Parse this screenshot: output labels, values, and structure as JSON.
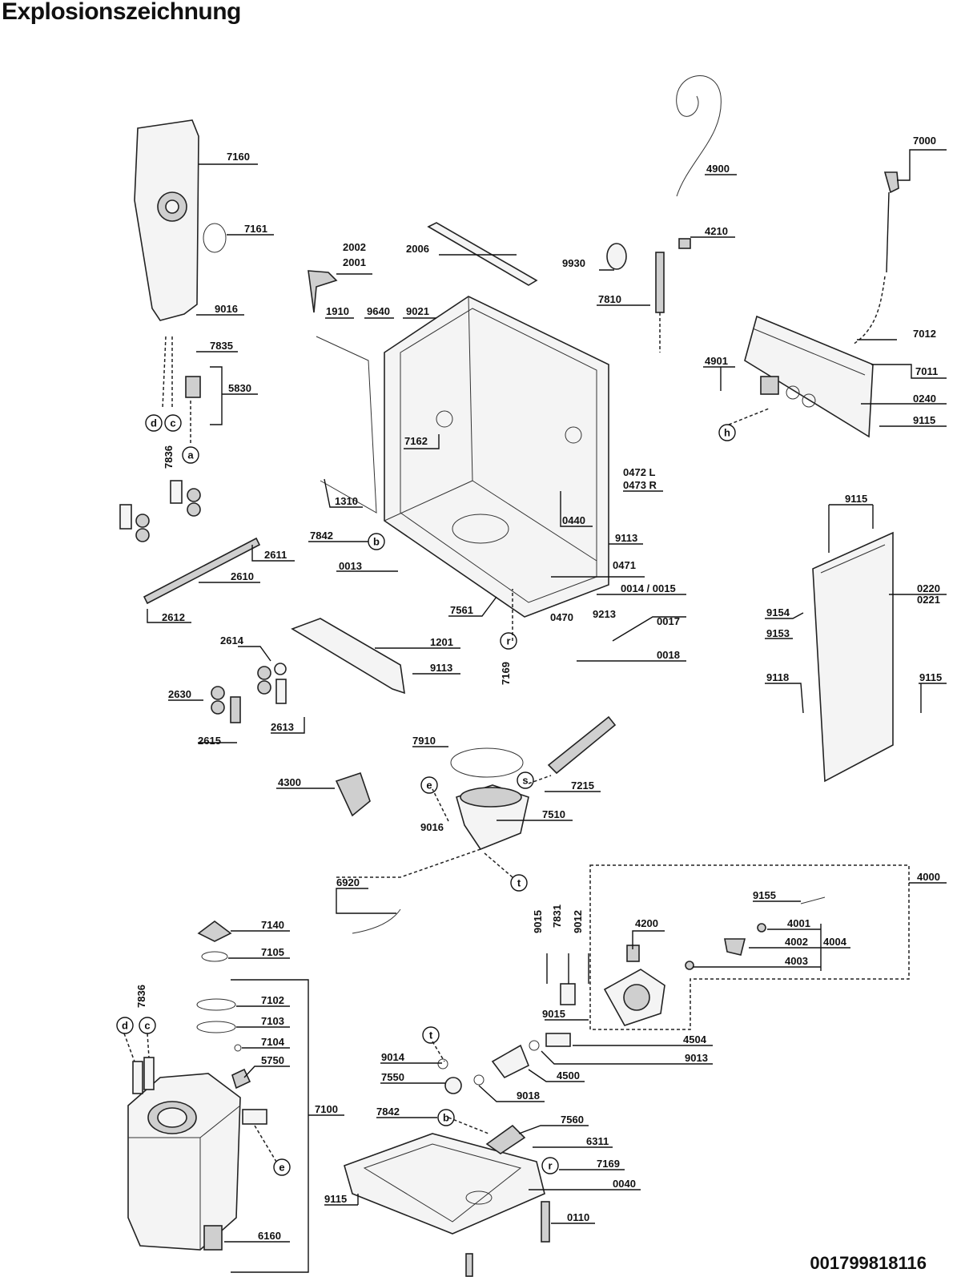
{
  "header": {
    "title": "Explosionszeichnung"
  },
  "footer": {
    "doc_number": "001799818116"
  },
  "callouts": {
    "d": "d",
    "c": "c",
    "a": "a",
    "b": "b",
    "h": "h",
    "r": "r",
    "e": "e",
    "s": "s",
    "t": "t"
  },
  "labels": [
    "7160",
    "7161",
    "9016",
    "7835",
    "5830",
    "7836",
    "2002",
    "2001",
    "2006",
    "1910",
    "9640",
    "9021",
    "7162",
    "1310",
    "7842",
    "0013",
    "2611",
    "2610",
    "2612",
    "9930",
    "4210",
    "4900",
    "7810",
    "7000",
    "7012",
    "7011",
    "0240",
    "9115",
    "4901",
    "0472 L",
    "0473 R",
    "0440",
    "9113",
    "0471",
    "0014 / 0015",
    "9213",
    "0470",
    "0017",
    "0018",
    "7561",
    "7169",
    "1201",
    "9113",
    "2614",
    "2630",
    "2615",
    "2613",
    "9115",
    "0220",
    "0221",
    "9154",
    "9153",
    "9118",
    "9115",
    "7910",
    "7215",
    "4300",
    "9016",
    "7510",
    "6920",
    "4000",
    "9155",
    "4001",
    "4002",
    "4004",
    "4003",
    "4200",
    "9015",
    "7831",
    "9012",
    "9015",
    "4504",
    "9013",
    "4500",
    "9014",
    "7550",
    "9018",
    "7842",
    "7560",
    "6311",
    "7169",
    "0040",
    "0110",
    "9115",
    "7140",
    "7105",
    "7102",
    "7103",
    "7104",
    "5750",
    "7100",
    "7836",
    "6160"
  ]
}
